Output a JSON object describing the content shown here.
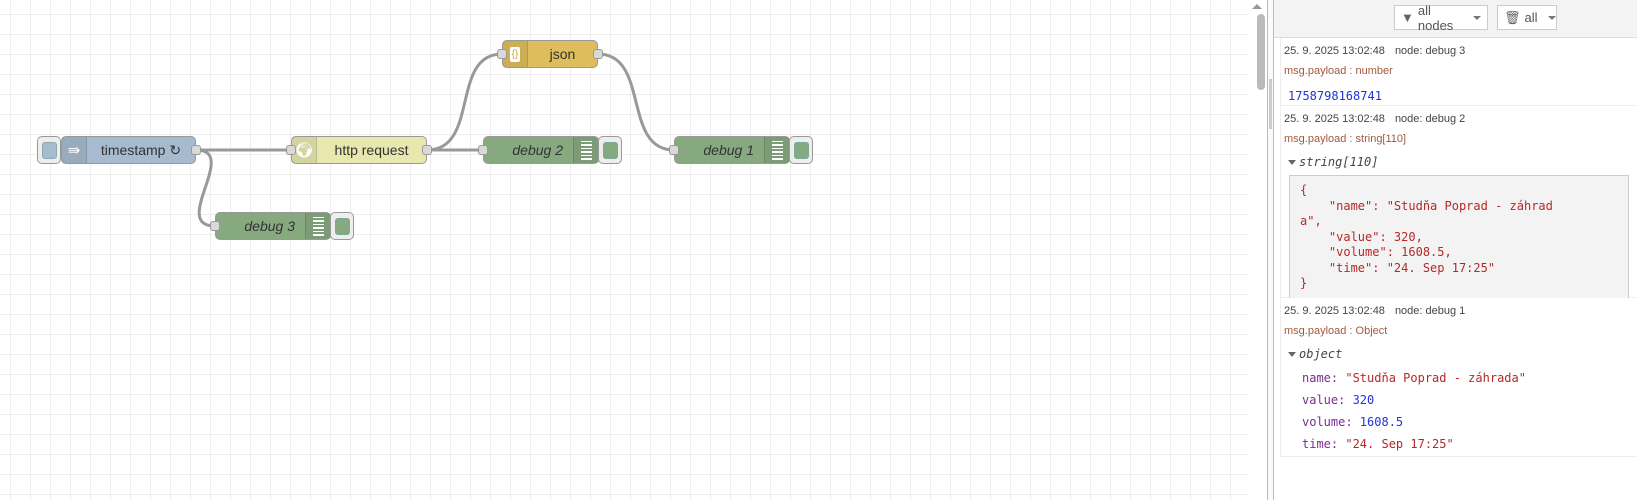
{
  "flow": {
    "nodes": {
      "timestamp": {
        "label": "timestamp ↻",
        "icon": "arrow-right-icon",
        "color": "#a6bbcf"
      },
      "http": {
        "label": "http request",
        "icon": "globe-icon",
        "color": "#e7e7ae"
      },
      "json": {
        "label": "json",
        "icon": "braces-icon",
        "color": "#debd5c"
      },
      "debug1": {
        "label": "debug 1",
        "color": "#87a980"
      },
      "debug2": {
        "label": "debug 2",
        "color": "#87a980"
      },
      "debug3": {
        "label": "debug 3",
        "color": "#87a980"
      }
    }
  },
  "sidebar": {
    "filter_label": "all nodes",
    "clear_label": "all",
    "messages": [
      {
        "time": "25. 9. 2025 13:02:48",
        "node": "node: debug 3",
        "ptype": "msg.payload : number",
        "value": "1758798168741"
      },
      {
        "time": "25. 9. 2025 13:02:48",
        "node": "node: debug 2",
        "ptype": "msg.payload : string[110]",
        "toggle": "string[110]",
        "value": "{\n    \"name\": \"Studňa Poprad - záhrad\na\",\n    \"value\": 320,\n    \"volume\": 1608.5,\n    \"time\": \"24. Sep 17:25\"\n}"
      },
      {
        "time": "25. 9. 2025 13:02:48",
        "node": "node: debug 1",
        "ptype": "msg.payload : Object",
        "toggle": "object",
        "props": [
          {
            "key": "name: ",
            "value": "\"Studňa Poprad - záhrada\""
          },
          {
            "key": "value: ",
            "value": "320"
          },
          {
            "key": "volume: ",
            "value": "1608.5"
          },
          {
            "key": "time: ",
            "value": "\"24. Sep 17:25\""
          }
        ]
      }
    ]
  }
}
